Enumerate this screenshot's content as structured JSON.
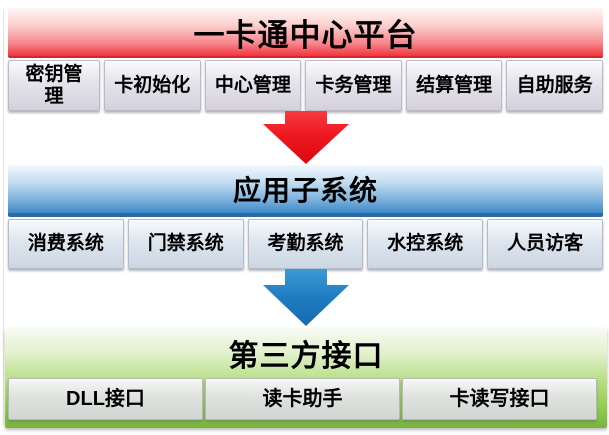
{
  "sections": [
    {
      "title": "一卡通中心平台",
      "items": [
        "密钥管理",
        "卡初始化",
        "中心管理",
        "卡务管理",
        "结算管理",
        "自助服务"
      ]
    },
    {
      "title": "应用子系统",
      "items": [
        "消费系统",
        "门禁系统",
        "考勤系统",
        "水控系统",
        "人员访客"
      ]
    },
    {
      "title": "第三方接口",
      "items": [
        "DLL接口",
        "读卡助手",
        "卡读写接口"
      ]
    }
  ],
  "arrows": [
    {
      "name": "red-down-arrow",
      "color_top": "#f63b40",
      "color_bottom": "#db070f"
    },
    {
      "name": "blue-down-arrow",
      "color_top": "#3c9ad6",
      "color_bottom": "#156aae"
    }
  ],
  "colors": {
    "section1_accent": "#f1353d",
    "section2_accent": "#4088c6",
    "section3_accent": "#8fcd4e",
    "box_fill": "#d6d3de",
    "text": "#000000"
  }
}
